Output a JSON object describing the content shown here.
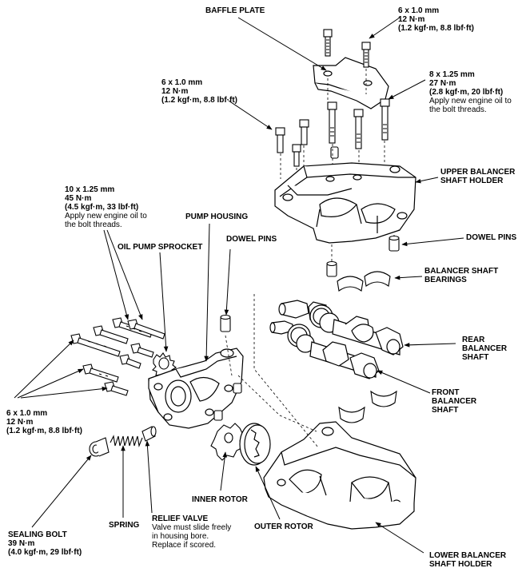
{
  "labels": {
    "baffle_plate": {
      "title": "BAFFLE PLATE"
    },
    "spec_top_right": {
      "size": "6 x 1.0 mm",
      "torque": "12 N·m",
      "torque_alt": "(1.2 kgf·m, 8.8 lbf·ft)"
    },
    "spec_8x125": {
      "size": "8 x 1.25 mm",
      "torque": "27 N·m",
      "torque_alt": "(2.8 kgf·m, 20 lbf·ft)",
      "note1": "Apply new engine oil to",
      "note2": "the bolt threads."
    },
    "spec_mid_left": {
      "size": "6 x 1.0 mm",
      "torque": "12 N·m",
      "torque_alt": "(1.2 kgf·m, 8.8 lbf·ft)"
    },
    "upper_holder": {
      "line1": "UPPER BALANCER",
      "line2": "SHAFT HOLDER"
    },
    "spec_10x125": {
      "size": "10 x 1.25 mm",
      "torque": "45 N·m",
      "torque_alt": "(4.5 kgf·m, 33 lbf·ft)",
      "note1": "Apply new engine oil to",
      "note2": "the bolt threads."
    },
    "pump_housing": {
      "title": "PUMP HOUSING"
    },
    "oil_pump_sprocket": {
      "title": "OIL PUMP SPROCKET"
    },
    "dowel_pins_mid": {
      "title": "DOWEL PINS"
    },
    "dowel_pins_right": {
      "title": "DOWEL PINS"
    },
    "bs_bearings": {
      "line1": "BALANCER SHAFT",
      "line2": "BEARINGS"
    },
    "rear_shaft": {
      "line1": "REAR",
      "line2": "BALANCER",
      "line3": "SHAFT"
    },
    "front_shaft": {
      "line1": "FRONT",
      "line2": "BALANCER",
      "line3": "SHAFT"
    },
    "spec_bottom_left": {
      "size": "6 x 1.0 mm",
      "torque": "12 N·m",
      "torque_alt": "(1.2 kgf·m, 8.8 lbf·ft)"
    },
    "inner_rotor": {
      "title": "INNER ROTOR"
    },
    "spring": {
      "title": "SPRING"
    },
    "relief_valve": {
      "title": "RELIEF VALVE",
      "note1": "Valve must slide freely",
      "note2": "in housing bore.",
      "note3": "Replace if scored."
    },
    "outer_rotor": {
      "title": "OUTER ROTOR"
    },
    "sealing_bolt": {
      "title": "SEALING BOLT",
      "torque": "39 N·m",
      "torque_alt": "(4.0 kgf·m, 29 lbf·ft)"
    },
    "lower_holder": {
      "line1": "LOWER BALANCER",
      "line2": "SHAFT HOLDER"
    }
  }
}
